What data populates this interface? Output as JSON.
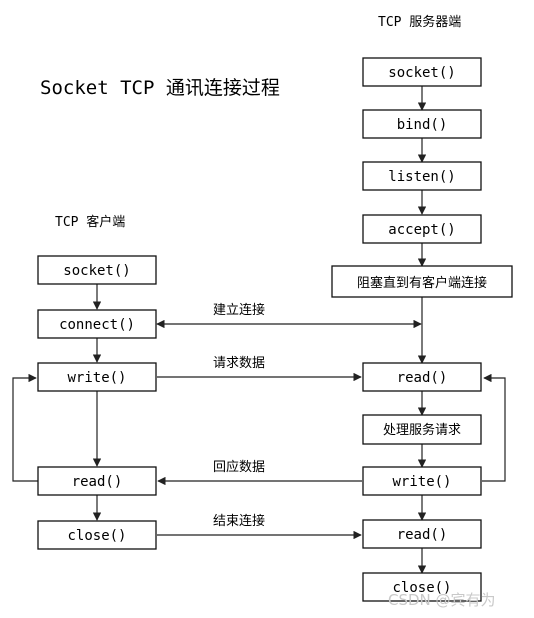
{
  "title": "Socket TCP 通讯连接过程",
  "server": {
    "header": "TCP 服务器端",
    "steps": [
      "socket()",
      "bind()",
      "listen()",
      "accept()",
      "阻塞直到有客户端连接",
      "read()",
      "处理服务请求",
      "write()",
      "read()",
      "close()"
    ]
  },
  "client": {
    "header": "TCP 客户端",
    "steps": [
      "socket()",
      "connect()",
      "write()",
      "read()",
      "close()"
    ]
  },
  "messages": {
    "connect": "建立连接",
    "request": "请求数据",
    "response": "回应数据",
    "close": "结束连接"
  },
  "watermark": "CSDN @宾有为"
}
